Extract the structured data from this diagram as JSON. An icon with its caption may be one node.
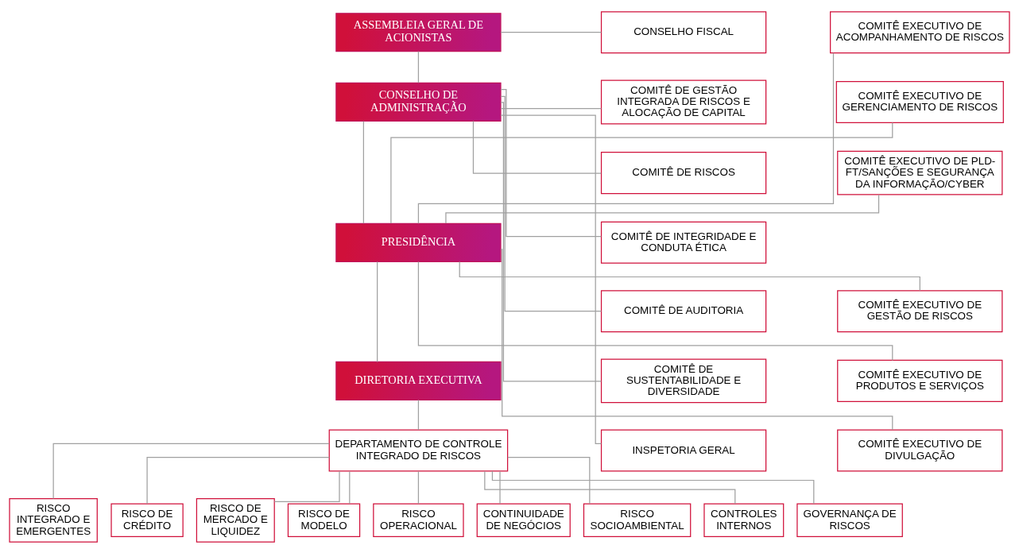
{
  "diagram": {
    "nodes": [
      {
        "text": [
          "ASSEMBLEIA GERAL DE ACIONISTAS"
        ]
      },
      {
        "text": [
          "CONSELHO FISCAL"
        ]
      },
      {
        "text": [
          "CONSELHO DE ADMINISTRAÇÃO"
        ]
      },
      {
        "text": [
          "COMITÊ DE GESTÃO INTEGRADA DE RISCOS E ALOCAÇÃO DE CAPITAL"
        ]
      },
      {
        "text": [
          "COMITÊ DE RISCOS"
        ]
      },
      {
        "text": [
          "COMITÊ DE INTEGRIDADE E CONDUTA ÉTICA"
        ]
      },
      {
        "text": [
          "COMITÊ DE AUDITORIA"
        ]
      },
      {
        "text": [
          "COMITÊ DE SUSTENTABILIDADE E DIVERSIDADE"
        ]
      },
      {
        "text": [
          "INSPETORIA GERAL"
        ]
      },
      {
        "text": [
          "PRESIDÊNCIA"
        ]
      },
      {
        "text": [
          "COMITÊ EXECUTIVO DE ACOMPANHAMENTO DE RISCOS"
        ]
      },
      {
        "text": [
          "COMITÊ EXECUTIVO DE GERENCIAMENTO DE RISCOS"
        ]
      },
      {
        "text": [
          "COMITÊ EXECUTIVO DE PLD-FT/SANÇÕES E SEGURANÇA DA INFORMAÇÃO/CYBER"
        ]
      },
      {
        "text": [
          "COMITÊ EXECUTIVO DE GESTÃO DE RISCOS"
        ]
      },
      {
        "text": [
          "COMITÊ EXECUTIVO DE PRODUTOS E SERVIÇOS"
        ]
      },
      {
        "text": [
          "COMITÊ EXECUTIVO DE DIVULGAÇÃO"
        ]
      },
      {
        "text": [
          "DIRETORIA EXECUTIVA"
        ]
      },
      {
        "text": [
          "DEPARTAMENTO DE CONTROLE INTEGRADO DE RISCOS"
        ]
      },
      {
        "text": [
          "RISCO INTEGRADO E EMERGENTES"
        ]
      },
      {
        "text": [
          "RISCO DE CRÉDITO"
        ]
      },
      {
        "text": [
          "RISCO DE MERCADO E LIQUIDEZ"
        ]
      },
      {
        "text": [
          "RISCO DE MODELO"
        ]
      },
      {
        "text": [
          "RISCO OPERACIONAL"
        ]
      },
      {
        "text": [
          "CONTINUIDADE DE NEGÓCIOS"
        ]
      },
      {
        "text": [
          "RISCO SOCIOAMBIENTAL"
        ]
      },
      {
        "text": [
          "CONTROLES INTERNOS"
        ]
      },
      {
        "text": [
          "GOVERNANÇA DE RISCOS"
        ]
      }
    ],
    "edges": [
      {
        "from": 0,
        "to": 1,
        "arrow": "none"
      },
      {
        "from": 0,
        "to": 2,
        "arrow": "none"
      },
      {
        "from": 2,
        "to": 3,
        "arrow": "none"
      },
      {
        "from": 2,
        "to": 4,
        "arrow": "none"
      },
      {
        "from": 2,
        "to": 5,
        "arrow": "none"
      },
      {
        "from": 2,
        "to": 6,
        "arrow": "none"
      },
      {
        "from": 2,
        "to": 7,
        "arrow": "none"
      },
      {
        "from": 2,
        "to": 8,
        "arrow": "none"
      },
      {
        "from": 2,
        "to": 9,
        "arrow": "none"
      },
      {
        "from": 9,
        "to": 10,
        "arrow": "none"
      },
      {
        "from": 9,
        "to": 11,
        "arrow": "none"
      },
      {
        "from": 9,
        "to": 12,
        "arrow": "none"
      },
      {
        "from": 9,
        "to": 13,
        "arrow": "none"
      },
      {
        "from": 9,
        "to": 14,
        "arrow": "none"
      },
      {
        "from": 9,
        "to": 15,
        "arrow": "none"
      },
      {
        "from": 9,
        "to": 16,
        "arrow": "none"
      },
      {
        "from": 16,
        "to": 17,
        "arrow": "none"
      },
      {
        "from": 17,
        "to": 18,
        "arrow": "none"
      },
      {
        "from": 17,
        "to": 19,
        "arrow": "none"
      },
      {
        "from": 17,
        "to": 20,
        "arrow": "none"
      },
      {
        "from": 17,
        "to": 21,
        "arrow": "none"
      },
      {
        "from": 17,
        "to": 22,
        "arrow": "none"
      },
      {
        "from": 17,
        "to": 23,
        "arrow": "none"
      },
      {
        "from": 17,
        "to": 24,
        "arrow": "none"
      },
      {
        "from": 17,
        "to": 25,
        "arrow": "none"
      },
      {
        "from": 17,
        "to": 26,
        "arrow": "none"
      }
    ]
  }
}
